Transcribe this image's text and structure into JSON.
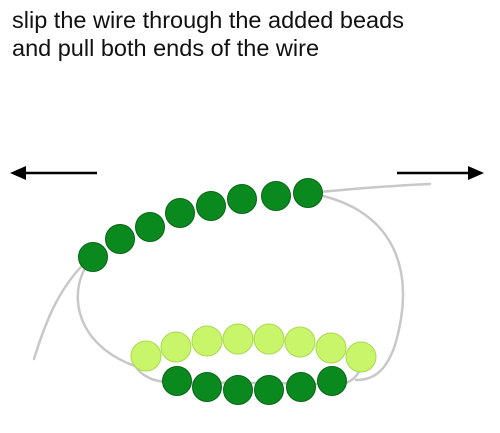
{
  "caption": {
    "line1": "slip the wire through the added beads",
    "line2": "and pull both ends of the wire"
  },
  "colors": {
    "wire": "#c8c8c8",
    "dark_bead": "#0a8a1e",
    "dark_bead_stroke": "#066515",
    "light_bead": "#c9f56a",
    "light_bead_stroke": "#a8d94e",
    "arrow": "#000000"
  },
  "beads": {
    "top_row_count": 8,
    "middle_row_count": 8,
    "bottom_row_count": 6
  }
}
